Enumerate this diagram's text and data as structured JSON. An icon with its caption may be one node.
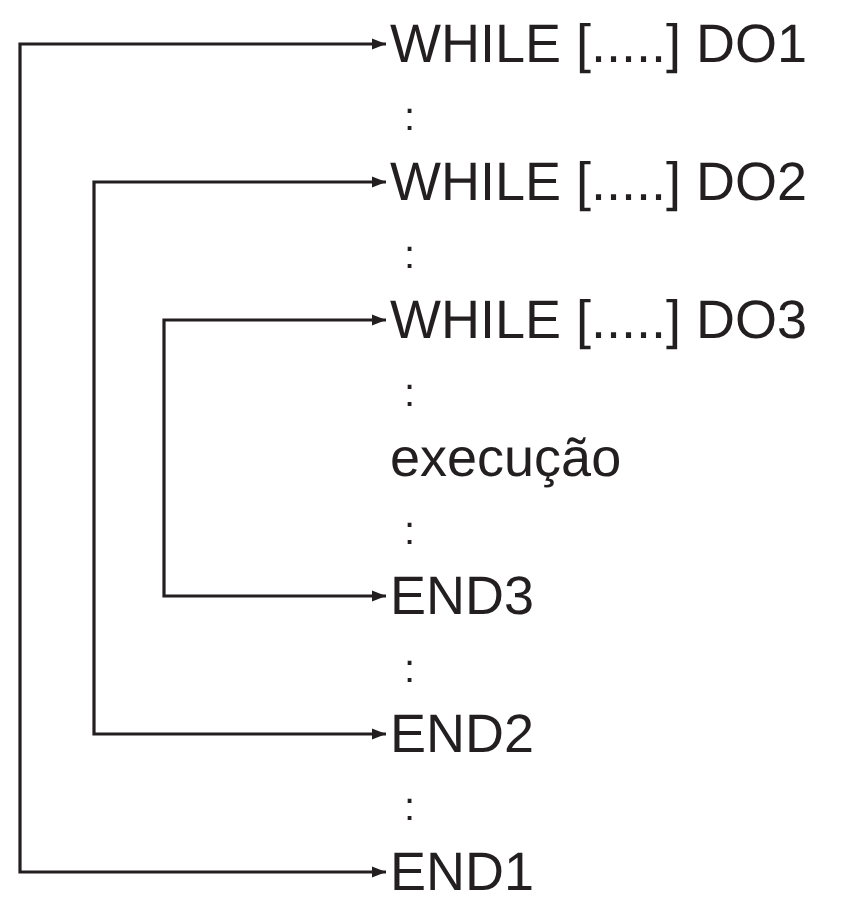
{
  "diagram": {
    "nodes": [
      {
        "text": [
          "WHILE [.....] DO1"
        ]
      },
      {
        "text": [
          "WHILE [.....] DO2"
        ]
      },
      {
        "text": [
          "WHILE [.....] DO3"
        ]
      },
      {
        "text": [
          "execução"
        ]
      },
      {
        "text": [
          "END3"
        ]
      },
      {
        "text": [
          "END2"
        ]
      },
      {
        "text": [
          "END1"
        ]
      }
    ],
    "edges": [
      {
        "from": 0,
        "to": 6,
        "arrow": "both"
      },
      {
        "from": 1,
        "to": 5,
        "arrow": "both"
      },
      {
        "from": 2,
        "to": 4,
        "arrow": "both"
      }
    ],
    "labels": [
      ":",
      ":",
      ":",
      ":",
      ":",
      ":"
    ]
  }
}
